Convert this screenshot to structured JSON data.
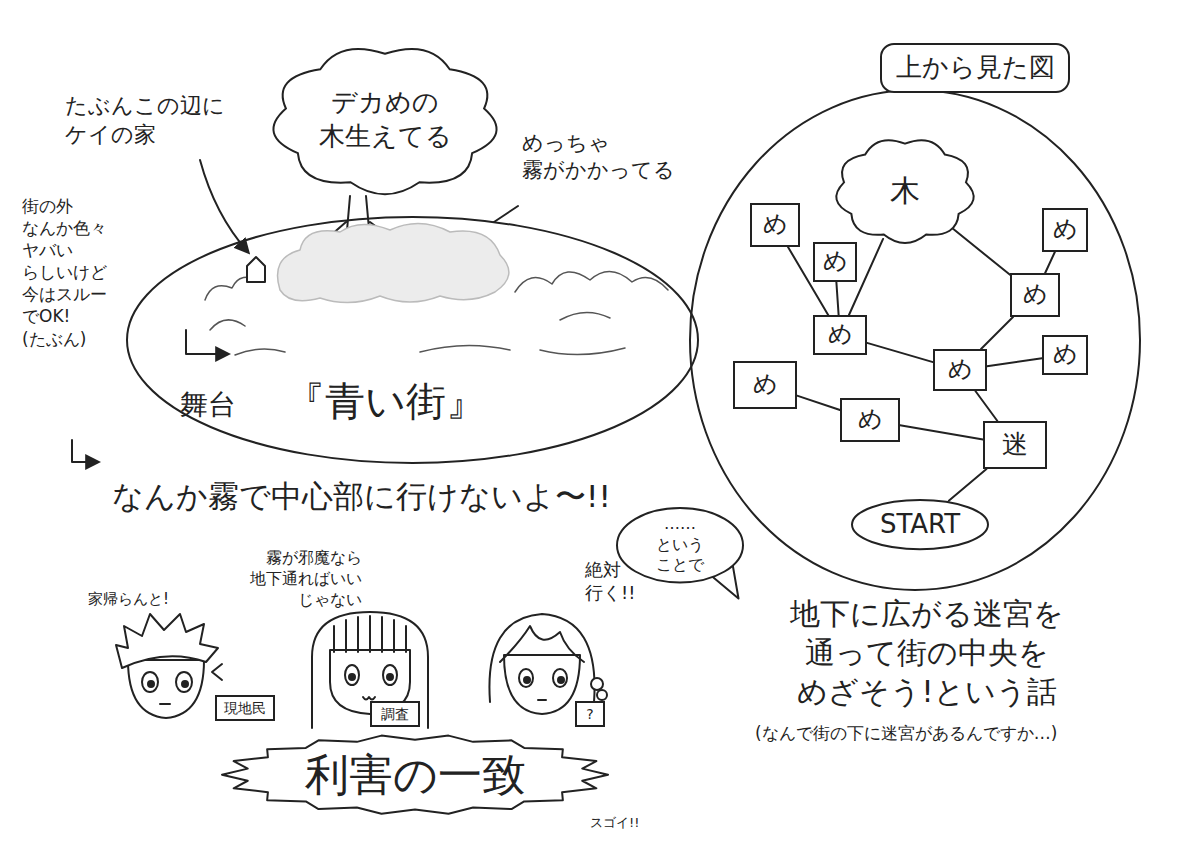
{
  "diagram": {
    "nodes": [
      {
        "text": [
          "デカめの 木生えてる"
        ]
      },
      {
        "text": [
          "上から見た図"
        ]
      },
      {
        "text": [
          "舞台",
          "『青い街』"
        ]
      },
      {
        "text": [
          "木"
        ]
      },
      {
        "text": [
          "め"
        ]
      },
      {
        "text": [
          "め"
        ]
      },
      {
        "text": [
          "め"
        ]
      },
      {
        "text": [
          "め"
        ]
      },
      {
        "text": [
          "め"
        ]
      },
      {
        "text": [
          "め"
        ]
      },
      {
        "text": [
          "め"
        ]
      },
      {
        "text": [
          "め"
        ]
      },
      {
        "text": [
          "め"
        ]
      },
      {
        "text": [
          "迷"
        ]
      },
      {
        "text": [
          "START"
        ]
      },
      {
        "text": [
          "……という ことで"
        ]
      },
      {
        "text": [
          "現地民"
        ]
      },
      {
        "text": [
          "調査"
        ]
      },
      {
        "text": [
          "?"
        ]
      },
      {
        "text": [
          "利害の一致"
        ]
      }
    ],
    "edges": [
      {
        "from": 14,
        "to": 13,
        "arrow": "none"
      },
      {
        "from": 13,
        "to": 12,
        "arrow": "none"
      },
      {
        "from": 12,
        "to": 11,
        "arrow": "none"
      },
      {
        "from": 13,
        "to": 10,
        "arrow": "none"
      },
      {
        "from": 10,
        "to": 8,
        "arrow": "none"
      },
      {
        "from": 10,
        "to": 7,
        "arrow": "none"
      },
      {
        "from": 10,
        "to": 9,
        "arrow": "none"
      },
      {
        "from": 7,
        "to": 3,
        "arrow": "none"
      },
      {
        "from": 7,
        "to": 5,
        "arrow": "none"
      },
      {
        "from": 8,
        "to": 6,
        "arrow": "none"
      },
      {
        "from": 8,
        "to": 4,
        "arrow": "none"
      },
      {
        "from": 8,
        "to": 3,
        "arrow": "none"
      }
    ],
    "labels": [
      "たぶんこの辺に ケイの家",
      "めっちゃ 霧がかかってる",
      "街の外 なんか色々 ヤバい らしいけど 今はスルー でOK! (たぶん)",
      "なんか霧で中心部に行けないよ〜!!",
      "家帰らんと!",
      "霧が邪魔なら 地下通ればいい じゃない",
      "絶対 行く!!",
      "スゴイ!!",
      "地下に広がる迷宮を 通って街の中央を めざそう!という話",
      "(なんで街の下に迷宮があるんですか…)"
    ]
  }
}
